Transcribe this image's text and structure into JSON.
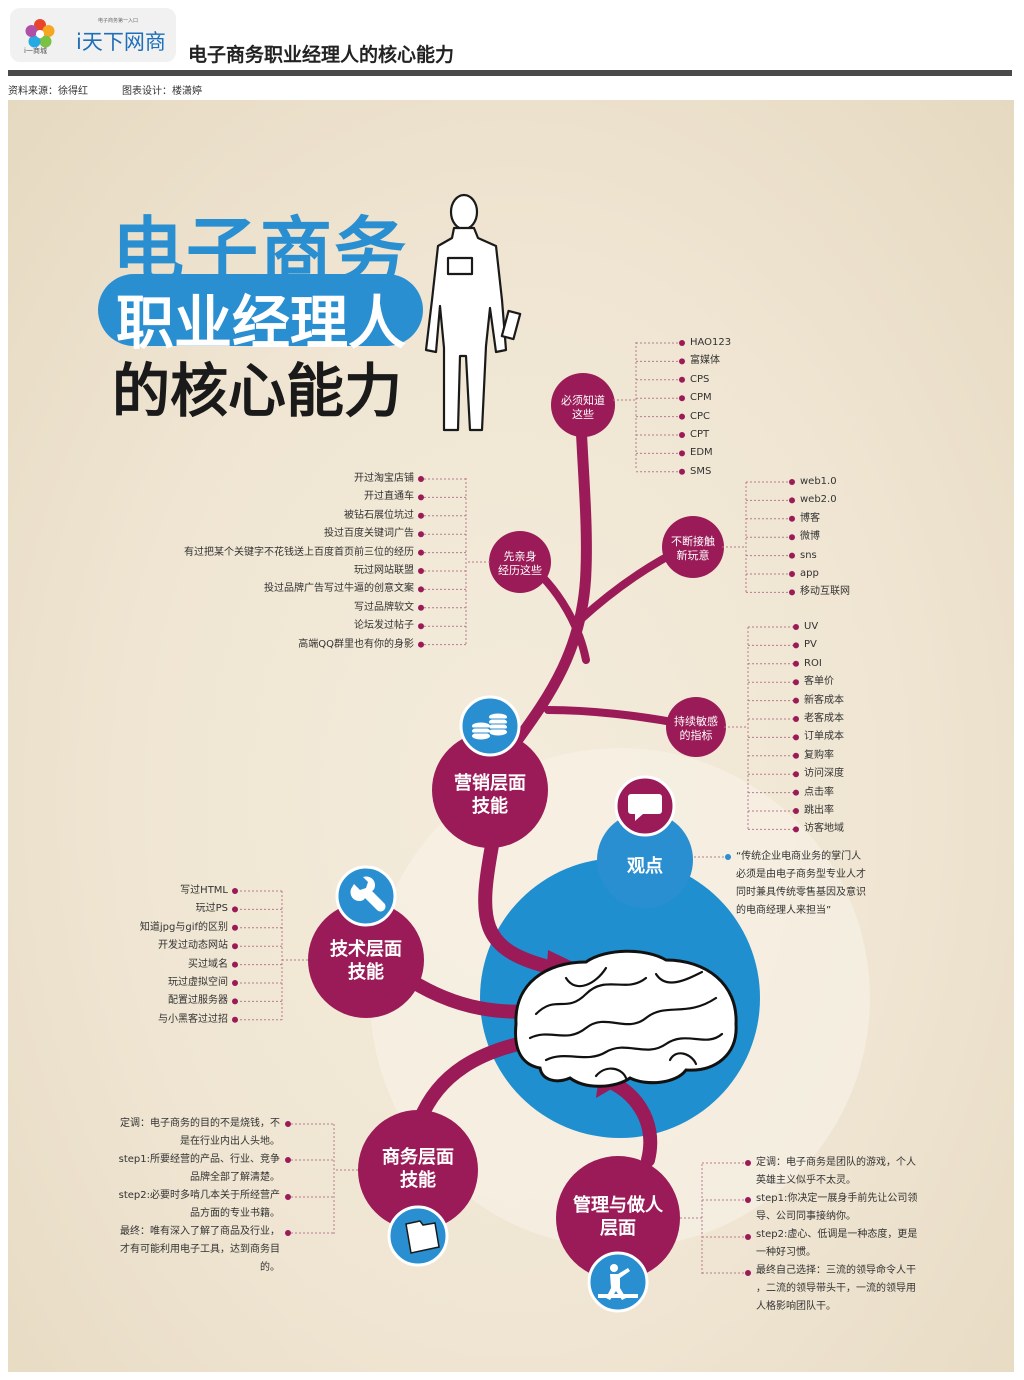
{
  "header": {
    "logo_tagline": "电子商务第一入口",
    "logo_brand": "i天下网商",
    "logo_sub": "i一商城",
    "title": "电子商务职业经理人的核心能力",
    "source": "资料来源：徐得红",
    "designer": "图表设计：楼潇婷"
  },
  "poster": {
    "title_line1": "电子商务",
    "title_line2": "职业经理人",
    "title_line3": "的核心能力",
    "colors": {
      "magenta": "#9a1b57",
      "blue": "#1f8fd0",
      "sky": "#2a8fd1",
      "dark": "#1a1a1a"
    }
  },
  "branches": {
    "must_know": {
      "label1": "必须知道",
      "label2": "这些",
      "items": [
        "HAO123",
        "富媒体",
        "CPS",
        "CPM",
        "CPC",
        "CPT",
        "EDM",
        "SMS"
      ]
    },
    "experience": {
      "label1": "先亲身",
      "label2": "经历这些",
      "items": [
        "开过淘宝店铺",
        "开过直通车",
        "被钻石展位坑过",
        "投过百度关键词广告",
        "有过把某个关键字不花钱送上百度首页前三位的经历",
        "玩过网站联盟",
        "投过品牌广告写过牛逼的创意文案",
        "写过品牌软文",
        "论坛发过帖子",
        "高端QQ群里也有你的身影"
      ]
    },
    "new_play": {
      "label1": "不断接触",
      "label2": "新玩意",
      "items": [
        "web1.0",
        "web2.0",
        "博客",
        "微博",
        "sns",
        "app",
        "移动互联网"
      ]
    },
    "metrics": {
      "label1": "持续敏感",
      "label2": "的指标",
      "items": [
        "UV",
        "PV",
        "ROI",
        "客单价",
        "新客成本",
        "老客成本",
        "订单成本",
        "复购率",
        "访问深度",
        "点击率",
        "跳出率",
        "访客地域"
      ]
    },
    "marketing": {
      "label1": "营销层面",
      "label2": "技能",
      "icon": "coins-icon"
    },
    "viewpoint": {
      "label": "观点",
      "icon": "speech-bubble-icon",
      "quote": [
        "“传统企业电商业务的掌门人",
        "必须是由电子商务型专业人才",
        "同时兼具传统零售基因及意识",
        "的电商经理人来担当”"
      ]
    },
    "tech": {
      "label1": "技术层面",
      "label2": "技能",
      "icon": "wrench-icon",
      "items": [
        "写过HTML",
        "玩过PS",
        "知道jpg与gif的区别",
        "开发过动态网站",
        "买过域名",
        "玩过虚拟空间",
        "配置过服务器",
        "与小黑客过过招"
      ]
    },
    "business": {
      "label1": "商务层面",
      "label2": "技能",
      "icon": "folder-icon",
      "items": [
        [
          "定调：电子商务的目的不是烧钱，不",
          "是在行业内出人头地。"
        ],
        [
          "step1:所要经营的产品、行业、竞争",
          "品牌全部了解清楚。"
        ],
        [
          "step2:必要时多啃几本关于所经营产",
          "品方面的专业书籍。"
        ],
        [
          "最终：唯有深入了解了商品及行业，",
          "才有可能利用电子工具，达到商务目",
          "的。"
        ]
      ]
    },
    "management": {
      "label1": "管理与做人",
      "label2": "层面",
      "icon": "presenter-icon",
      "items": [
        [
          "定调：电子商务是团队的游戏，个人",
          "英雄主义似乎不太灵。"
        ],
        [
          "step1:你决定一展身手前先让公司领",
          "导、公司同事接纳你。"
        ],
        [
          "step2:虚心、低调是一种态度，更是",
          "一种好习惯。"
        ],
        [
          "最终自己选择：三流的领导命令人干",
          "，二流的领导带头干，一流的领导用",
          "人格影响团队干。"
        ]
      ]
    },
    "center_icon": "brain-icon",
    "figure_icon": "businessman-silhouette-icon"
  }
}
